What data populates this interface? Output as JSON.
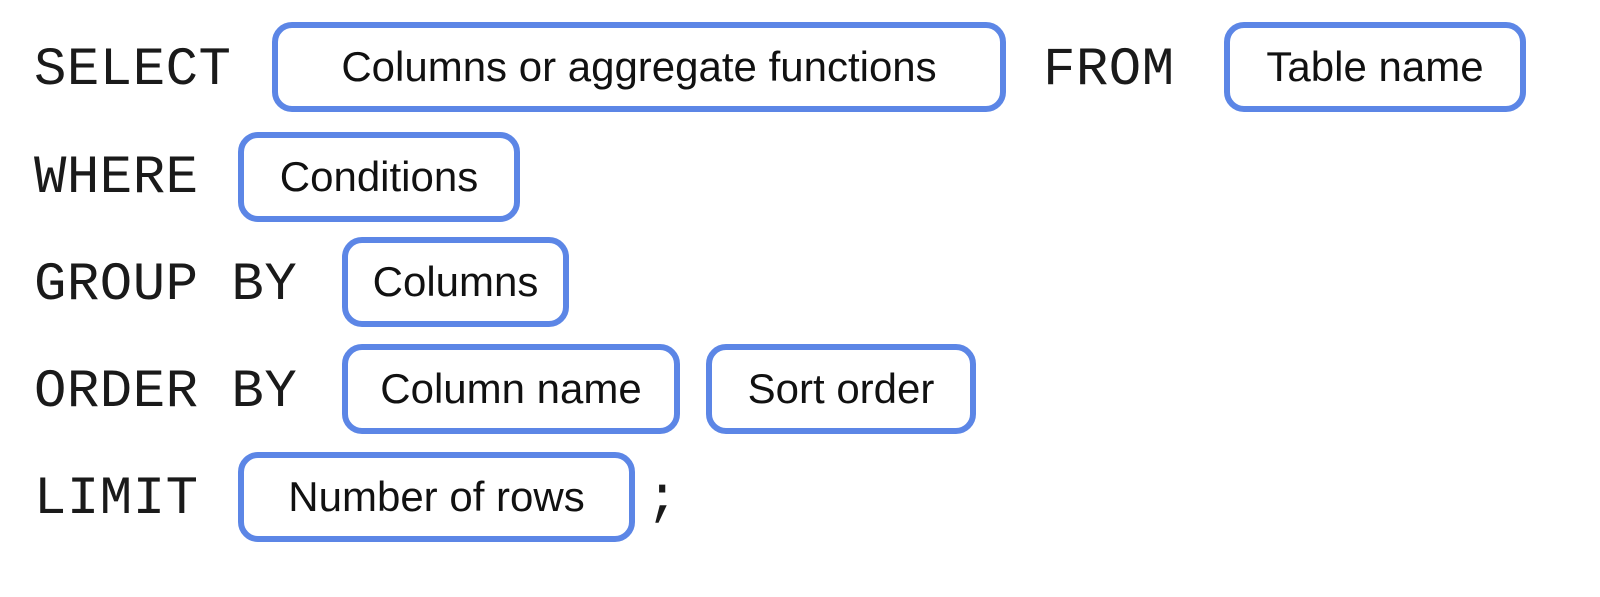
{
  "colors": {
    "box_border": "#5c86e6",
    "keyword_text": "#1a1a1a",
    "box_text": "#111111",
    "background": "#ffffff"
  },
  "clauses": {
    "select": {
      "keyword": "SELECT",
      "placeholder": "Columns or aggregate functions",
      "from_keyword": "FROM",
      "from_placeholder": "Table name"
    },
    "where": {
      "keyword": "WHERE",
      "placeholder": "Conditions"
    },
    "group_by": {
      "keyword": "GROUP BY",
      "placeholder": "Columns"
    },
    "order_by": {
      "keyword": "ORDER BY",
      "placeholder": "Column name",
      "placeholder_2": "Sort order"
    },
    "limit": {
      "keyword": "LIMIT",
      "placeholder": "Number of rows",
      "terminator": ";"
    }
  }
}
